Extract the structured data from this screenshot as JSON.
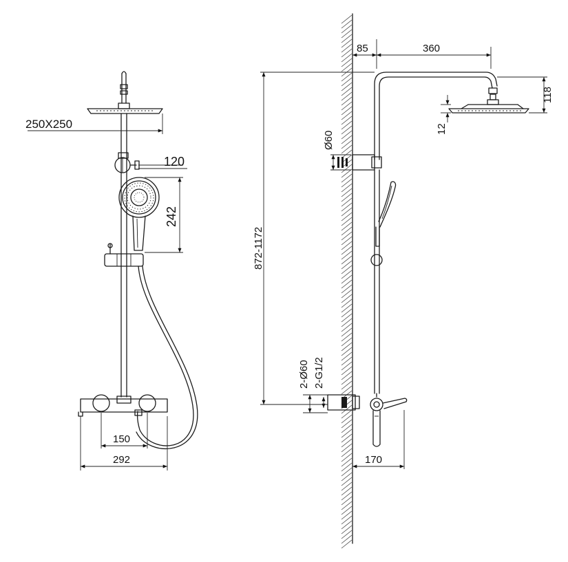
{
  "dimensions": {
    "head_size": "250X250",
    "arm_offset": "120",
    "handshower_length": "242",
    "inlet_centers": "150",
    "mixer_width": "292",
    "wall_offset": "85",
    "arm_length": "360",
    "head_height": "118",
    "head_thickness": "12",
    "bracket_diameter": "Ø60",
    "height_range": "872-1172",
    "escutcheon_diameter": "2-Ø60",
    "thread_size": "2-G1/2",
    "spout_projection": "170"
  }
}
